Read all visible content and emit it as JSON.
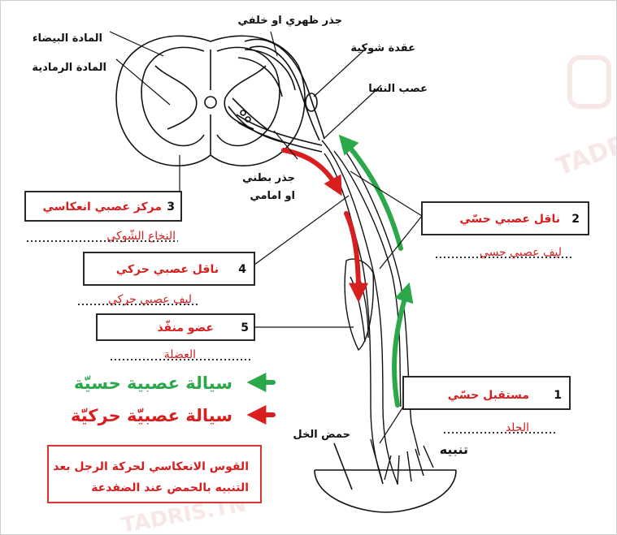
{
  "colors": {
    "red": "#d81e1e",
    "green": "#2aa84a",
    "black": "#111111",
    "dots": "#333333",
    "watermark": "#f2d3d3"
  },
  "anatomy_labels": {
    "white_matter": "المادة البيضاء",
    "gray_matter": "المادة الرمادية",
    "dorsal_root": "جذر ظهري او خلفي",
    "spinal_ganglion": "عقدة شوكية",
    "sciatic_nerve": "عصب النسا",
    "ventral_root_line1": "جذر بطني",
    "ventral_root_line2": "او امامي",
    "acetic_acid": "حمض الخل",
    "stimulation": "تنبيه"
  },
  "boxes": {
    "b3": {
      "number": "3",
      "label": "مركز عصبي انعكاسي",
      "answer": "النخاع الشّوكي"
    },
    "b2": {
      "number": "2",
      "label": "ناقل عصبي حسّي",
      "answer": "ليف عصبي حسي"
    },
    "b4": {
      "number": "4",
      "label": "ناقل عصبي حركي",
      "answer": "ليف عصبي حركي"
    },
    "b5": {
      "number": "5",
      "label": "عضو منفّذ",
      "answer": "العضلة"
    },
    "b1": {
      "number": "1",
      "label": "مستقبل حسّي",
      "answer": "الجلد"
    }
  },
  "legend": {
    "sensory": "سيالة عصبية حسيّة",
    "motor": "سيالة عصبيّة حركيّة"
  },
  "caption": {
    "line1": "القوس الانعكاسي لحركة الرجل بعد",
    "line2": "التنبيه بالحمض عند الضفدعة"
  },
  "watermark": "TADRIS.TN"
}
